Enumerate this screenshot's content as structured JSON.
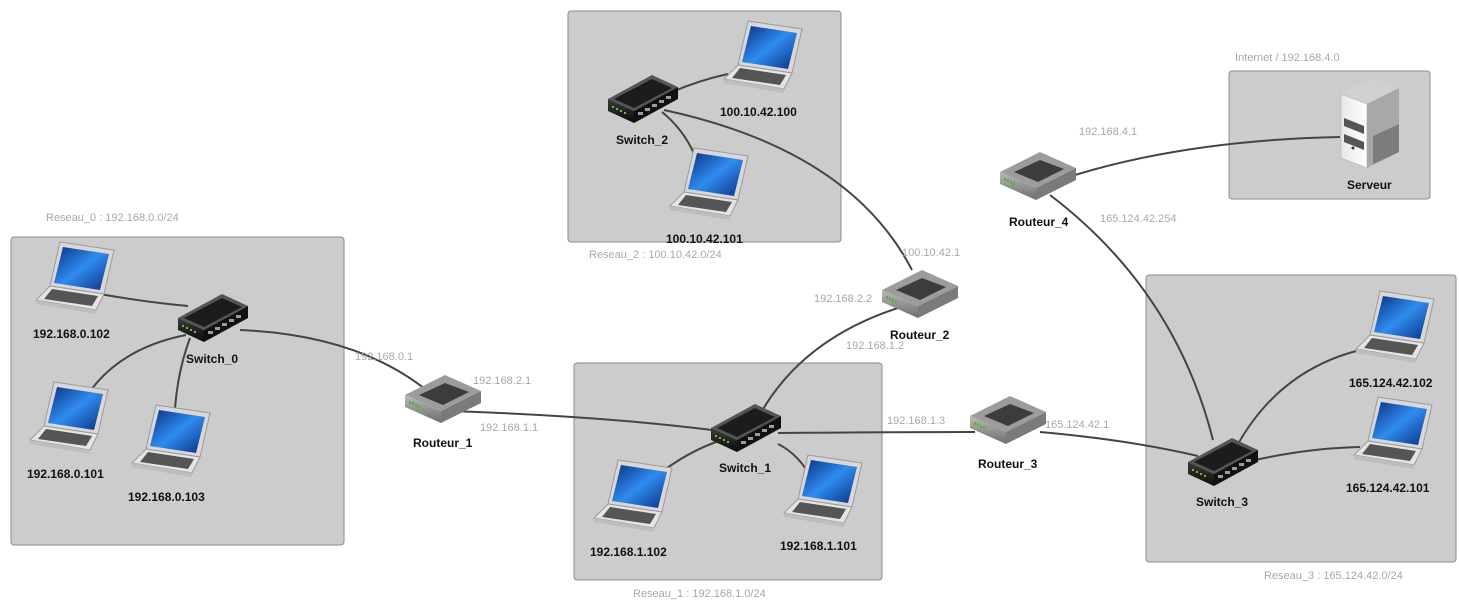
{
  "networks": {
    "reseau_0": "Reseau_0 : 192.168.0.0/24",
    "reseau_1": "Reseau_1 : 192.168.1.0/24",
    "reseau_2": "Reseau_2 : 100.10.42.0/24",
    "reseau_3": "Reseau_3 : 165.124.42.0/24",
    "internet": "Internet / 192.168.4.0"
  },
  "devices": {
    "switch_0": "Switch_0",
    "switch_1": "Switch_1",
    "switch_2": "Switch_2",
    "switch_3": "Switch_3",
    "routeur_1": "Routeur_1",
    "routeur_2": "Routeur_2",
    "routeur_3": "Routeur_3",
    "routeur_4": "Routeur_4",
    "serveur": "Serveur",
    "pc_0_102": "192.168.0.102",
    "pc_0_101": "192.168.0.101",
    "pc_0_103": "192.168.0.103",
    "pc_1_102": "192.168.1.102",
    "pc_1_101": "192.168.1.101",
    "pc_2_100": "100.10.42.100",
    "pc_2_101": "100.10.42.101",
    "pc_3_102": "165.124.42.102",
    "pc_3_101": "165.124.42.101"
  },
  "interfaces": {
    "r1_a": "192.168.0.1",
    "r1_b": "192.168.2.1",
    "r1_c": "192.168.1.1",
    "r2_a": "100.10.42.1",
    "r2_b": "192.168.2.2",
    "r2_c": "192.168.1.2",
    "r3_a": "192.168.1.3",
    "r3_b": "165.124.42.1",
    "r4_a": "192.168.4.1",
    "r4_b": "165.124.42.254"
  },
  "colors": {
    "network_box": "#cccccc",
    "link": "#444444",
    "ip_label": "#a8a8a8",
    "screen": "#1a5fc8"
  }
}
